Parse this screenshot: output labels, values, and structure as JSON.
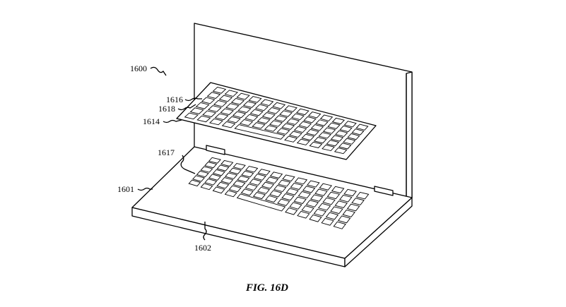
{
  "figure": {
    "caption": "FIG. 16D",
    "labels": {
      "device": "1600",
      "virtual_key_top": "1616",
      "virtual_key_gap": "1618",
      "virtual_keyboard": "1614",
      "keyboard_surface": "1617",
      "base": "1601",
      "base_surface": "1602"
    }
  }
}
